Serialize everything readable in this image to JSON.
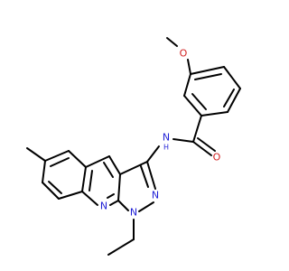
{
  "molecule": {
    "colors": {
      "bond": "#000000",
      "nitrogen": "#1f1fd6",
      "oxygen": "#d11f1f",
      "background": "#ffffff"
    },
    "atom_labels": {
      "methoxy_o": "O",
      "carbonyl_o": "O",
      "amide_n": "N",
      "amide_h": "H",
      "pyrazole_n2": "N",
      "pyrazole_n1": "N",
      "quinoline_n": "N"
    }
  }
}
